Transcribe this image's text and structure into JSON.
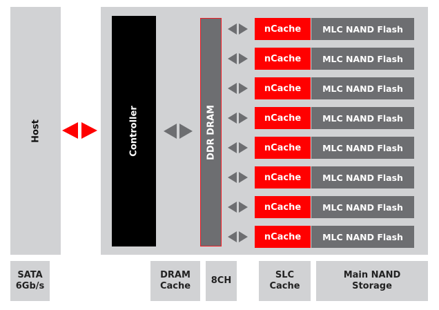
{
  "diagram": {
    "host_label": "Host",
    "controller_label": "Controller",
    "dram_label": "DDR DRAM",
    "channels": [
      {
        "cache": "nCache",
        "flash": "MLC NAND Flash"
      },
      {
        "cache": "nCache",
        "flash": "MLC NAND Flash"
      },
      {
        "cache": "nCache",
        "flash": "MLC NAND Flash"
      },
      {
        "cache": "nCache",
        "flash": "MLC NAND Flash"
      },
      {
        "cache": "nCache",
        "flash": "MLC NAND Flash"
      },
      {
        "cache": "nCache",
        "flash": "MLC NAND Flash"
      },
      {
        "cache": "nCache",
        "flash": "MLC NAND Flash"
      },
      {
        "cache": "nCache",
        "flash": "MLC NAND Flash"
      }
    ],
    "footer_labels": {
      "interface": "SATA\n6Gb/s",
      "dram_cache": "DRAM\nCache",
      "channels": "8CH",
      "slc_cache": "SLC\nCache",
      "main_storage": "Main NAND\nStorage"
    },
    "colors": {
      "accent_red": "#ff0000",
      "dark_gray": "#6d6e71",
      "light_gray": "#d1d2d4",
      "controller_black": "#000000"
    }
  }
}
